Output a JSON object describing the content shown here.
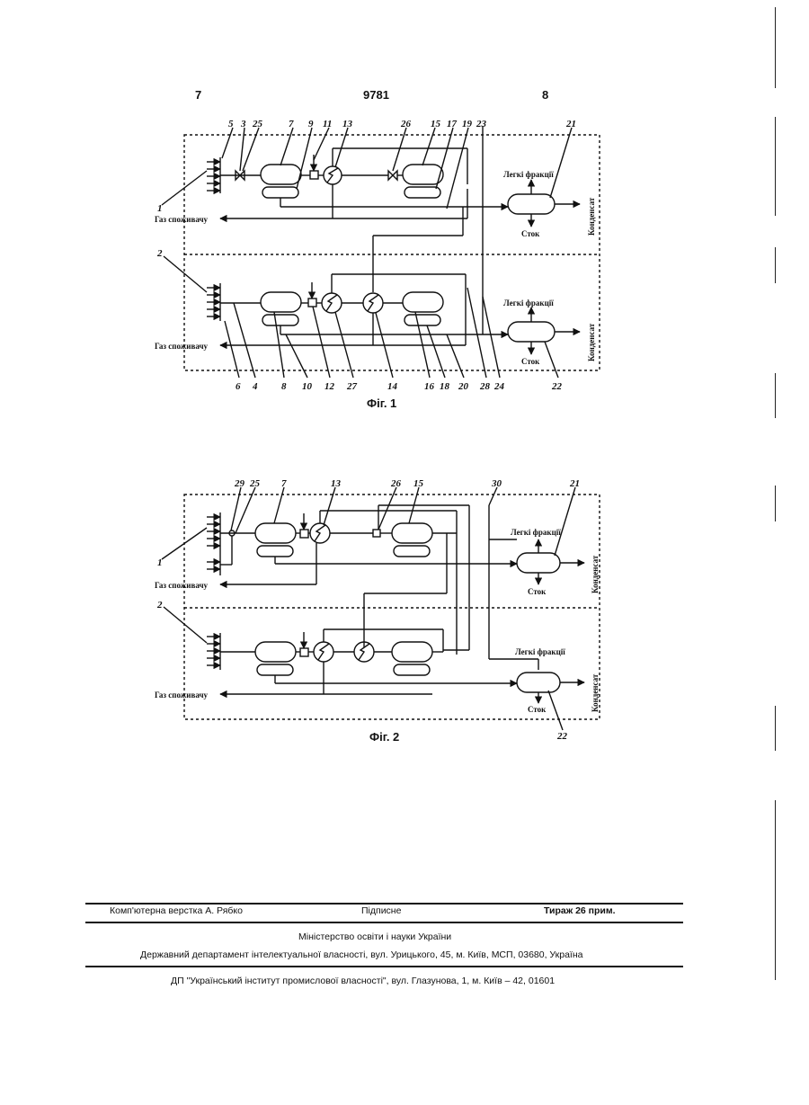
{
  "header": {
    "page_left": "7",
    "patent_number": "9781",
    "page_right": "8"
  },
  "fig1": {
    "caption": "Фіг. 1",
    "labels": {
      "gas_consumer_top": "Газ споживачу",
      "gas_consumer_bottom": "Газ споживачу",
      "light_fractions_top": "Легкі фракції",
      "light_fractions_bottom": "Легкі фракції",
      "drain_top": "Сток",
      "drain_bottom": "Сток",
      "condensate_top": "Конденсат",
      "condensate_bottom": "Конденсат"
    },
    "top_numbers": [
      "5",
      "3",
      "25",
      "7",
      "9",
      "11",
      "13",
      "26",
      "15",
      "17",
      "19",
      "23",
      "21"
    ],
    "bottom_numbers": [
      "6",
      "4",
      "8",
      "10",
      "12",
      "27",
      "14",
      "16",
      "18",
      "20",
      "28",
      "24",
      "22"
    ],
    "side_numbers": [
      "1",
      "2"
    ]
  },
  "fig2": {
    "caption": "Фіг. 2",
    "labels": {
      "gas_consumer_top": "Газ споживачу",
      "gas_consumer_bottom": "Газ споживачу",
      "light_fractions_top": "Легкі фракції",
      "light_fractions_bottom": "Легкі фракції",
      "drain_top": "Сток",
      "drain_bottom": "Сток",
      "condensate_top": "Конденсат",
      "condensate_bottom": "Конденсат"
    },
    "top_numbers": [
      "29",
      "25",
      "7",
      "13",
      "26",
      "15",
      "30",
      "21"
    ],
    "side_numbers": [
      "1",
      "2"
    ],
    "bottom_number": "22"
  },
  "footer": {
    "layout": "Комп'ютерна верстка А. Рябко",
    "signed": "Підписне",
    "circulation": "Тираж 26 прим.",
    "ministry": "Міністерство освіти і науки України",
    "department": "Державний департамент інтелектуальної власності, вул. Урицького, 45, м. Київ, МСП, 03680, Україна",
    "institute": "ДП \"Український інститут промислової власності\", вул. Глазунова, 1, м. Київ – 42, 01601"
  }
}
